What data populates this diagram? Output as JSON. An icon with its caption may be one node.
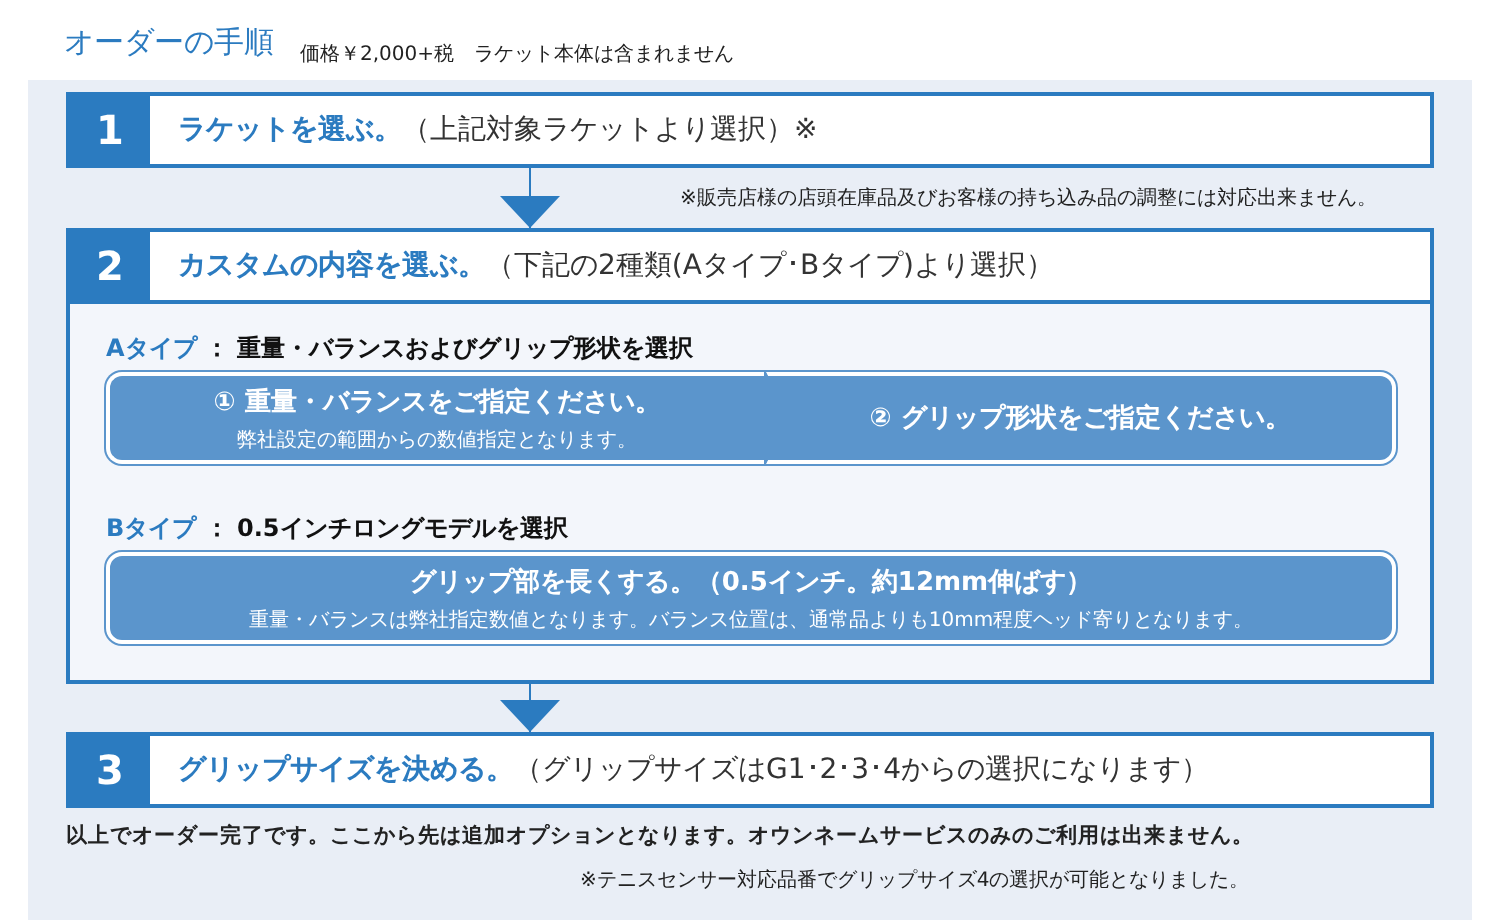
{
  "diagram": {
    "title": "オーダーの手順",
    "nodes": [
      {
        "text": [
          "1",
          "**ラケットを選ぶ。**（上記対象ラケットより選択）※"
        ],
        "beside": [
          "※販売店様の店頭在庫品及びお客様の持ち込み品の調整には対応出来ません。"
        ]
      },
      {
        "text": [
          "2",
          "**カスタムの内容を選ぶ。**（下記の2種類(Aタイプ･Bタイプ)より選択）"
        ]
      },
      {
        "text": [
          "**Aタイプ** ： 重量・バランスおよびグリップ形状を選択"
        ],
        "in": 1
      },
      {
        "text": [
          "① 重量・バランスをご指定ください。",
          "弊社設定の範囲からの数値指定となります。"
        ],
        "in": 2
      },
      {
        "text": [
          "② グリップ形状をご指定ください。"
        ],
        "in": 2
      },
      {
        "text": [
          "**Bタイプ** ： 0.5インチロングモデルを選択"
        ],
        "in": 1
      },
      {
        "text": [
          "**グリップ部を長くする。**（0.5インチ。約12mm伸ばす）",
          "重量・バランスは弊社指定数値となります。バランス位置は、通常品よりも10mm程度ヘッド寄りとなります。"
        ],
        "in": 5
      },
      {
        "text": [
          "3",
          "**グリップサイズを決める。**（グリップサイズはG1･2･3･4からの選択になります）"
        ]
      }
    ],
    "edges": [
      {
        "from": 0,
        "to": 1,
        "arrow": "to"
      },
      {
        "from": 1,
        "to": 7,
        "arrow": "to"
      }
    ],
    "labels": [
      "価格￥2,000+税　ラケット本体は含まれません",
      "以上でオーダー完了です。ここから先は追加オプションとなります。オウンネームサービスのみのご利用は出来ません。",
      "※テニスセンサー対応品番でグリップサイズ4の選択が可能となりました。"
    ]
  }
}
